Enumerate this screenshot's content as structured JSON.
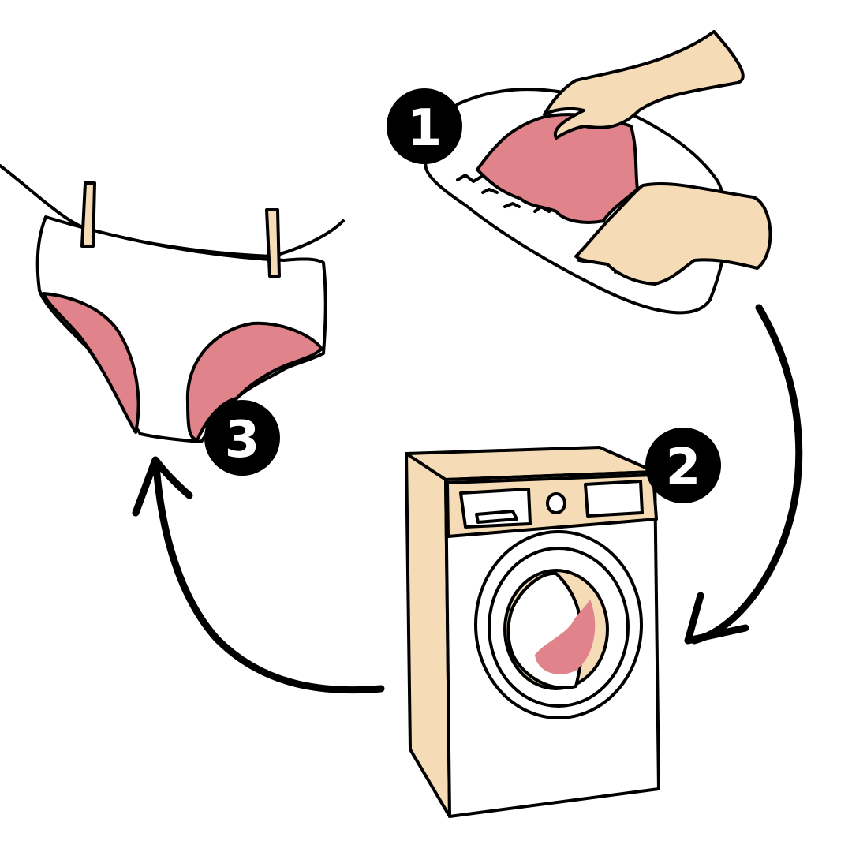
{
  "steps": [
    {
      "number": "1",
      "label": "hand-wash"
    },
    {
      "number": "2",
      "label": "washing-machine"
    },
    {
      "number": "3",
      "label": "line-dry"
    }
  ],
  "colors": {
    "ink": "#000000",
    "skin": "#f6dcb6",
    "pink": "#e0838b",
    "white": "#ffffff"
  },
  "icons": [
    "basin-with-hands-icon",
    "washing-machine-icon",
    "underwear-on-clothesline-icon",
    "cycle-arrow-icon"
  ]
}
